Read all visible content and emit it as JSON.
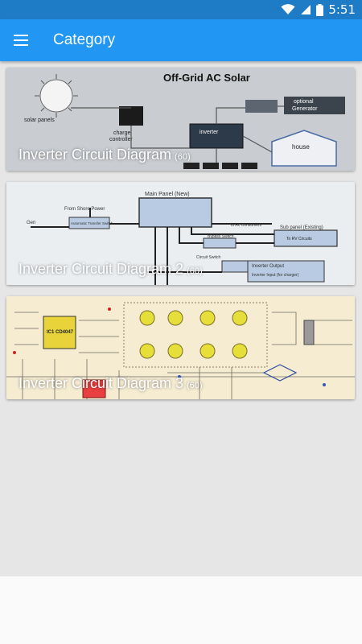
{
  "status_bar": {
    "time": "5:51"
  },
  "app_bar": {
    "title": "Category",
    "menu_icon": "hamburger-menu-icon"
  },
  "categories": [
    {
      "title": "Inverter Circuit Diagram",
      "count": "(60)",
      "thumb_labels": {
        "heading": "Off-Grid AC Solar",
        "solar": "solar panels",
        "controller1": "charge",
        "controller2": "controller",
        "inverter": "inverter",
        "generator1": "optional",
        "generator2": "Generator",
        "house": "house"
      }
    },
    {
      "title": "Inverter Circuit Diagram 2",
      "count": "(60)",
      "thumb_labels": {
        "main_panel": "Main Panel (New)",
        "from_shore": "From Shore Power",
        "gen": "Gen",
        "transfer_switch": "Automatic Transfer Switch",
        "sub_panel": "Sub panel (Existing)",
        "to_rv": "To RV Circuits",
        "ac_loads": "To Ac Consumers",
        "inverter_output": "Inverter Output",
        "inverter_input": "Inverter Input (for charger)",
        "bypass": "Bypass Switch",
        "circuit": "Circuit Switch"
      }
    },
    {
      "title": "Inverter Circuit Diagram 3",
      "count": "(60)",
      "thumb_labels": {
        "ic": "IC1 CD4047"
      }
    }
  ]
}
